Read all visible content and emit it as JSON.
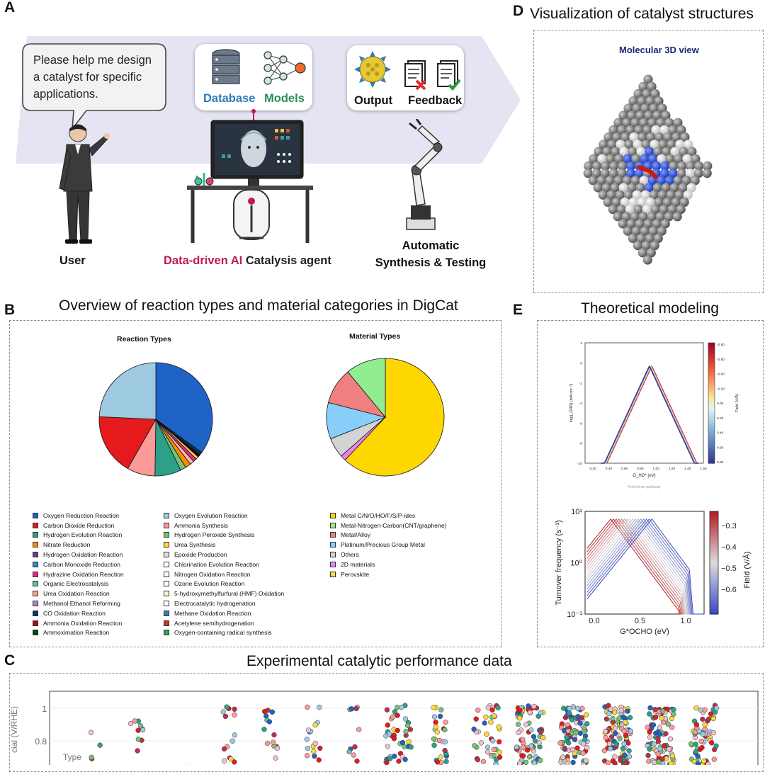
{
  "panelA": {
    "letter": "A",
    "speech": [
      "Please help me design",
      "a catalyst for specific",
      "applications."
    ],
    "database_label": "Database",
    "models_label": "Models",
    "output_label": "Output",
    "feedback_label": "Feedback",
    "user_label": "User",
    "agent_label_highlight": "Data-driven AI",
    "agent_label_rest": " Catalysis agent",
    "robot_label_line1": "Automatic",
    "robot_label_line2": "Synthesis & Testing",
    "colors": {
      "band": "#e4e4f3",
      "database": "#2f79b8",
      "models": "#2e8b57",
      "highlight": "#c0185a"
    }
  },
  "panelB": {
    "letter": "B",
    "title": "Overview of reaction types and material categories in DigCat",
    "reaction_pie_title": "Reaction Types",
    "material_pie_title": "Material Types",
    "reaction_legend_col1": [
      {
        "label": "Oxygen Reduction Reaction",
        "color": "#1f63c6"
      },
      {
        "label": "Carbon Dioxide Reduction",
        "color": "#e41a1c"
      },
      {
        "label": "Hydrogen Evolution Reaction",
        "color": "#2ca089"
      },
      {
        "label": "Nitrate Reduction",
        "color": "#ff8c00"
      },
      {
        "label": "Hydrogen Oxidation Reaction",
        "color": "#6a3d9a"
      },
      {
        "label": "Carbon Monoxide Reduction",
        "color": "#2b8cbe"
      },
      {
        "label": "Hydrazine Oxidation Reaction",
        "color": "#e7298a"
      },
      {
        "label": "Organic Electrocatalysis",
        "color": "#66c2a5"
      },
      {
        "label": "Urea Oxidation Reaction",
        "color": "#f4a582"
      },
      {
        "label": "Methanol Ethanol Reforming",
        "color": "#bc80bd"
      },
      {
        "label": "CO Oxidation Reaction",
        "color": "#08306b"
      },
      {
        "label": "Ammonia Oxidation Reaction",
        "color": "#a50f15"
      },
      {
        "label": "Ammoximation Reaction",
        "color": "#00441b"
      }
    ],
    "reaction_legend_col2": [
      {
        "label": "Oxygen Evolution Reaction",
        "color": "#9ecae1"
      },
      {
        "label": "Ammonia Synthesis",
        "color": "#fb9a99"
      },
      {
        "label": "Hydrogen Peroxide Synthesis",
        "color": "#74c476"
      },
      {
        "label": "Urea Synthesis",
        "color": "#fdd835"
      },
      {
        "label": "Epoxide Production",
        "color": "#e0e0e0"
      },
      {
        "label": "Chlorination Evolution Reaction",
        "color": "#ffffff"
      },
      {
        "label": "Nitrogen Oxidation Reaction",
        "color": "#ffffff"
      },
      {
        "label": "Ozone Evolution Reaction",
        "color": "#ffffff"
      },
      {
        "label": "5-hydroxymethylfurfural (HMF) Oxidation",
        "color": "#fff2cc"
      },
      {
        "label": "Electrocatalytic hydrogenation",
        "color": "#ffffff"
      },
      {
        "label": "Methane Oxidation Reaction",
        "color": "#3182bd"
      },
      {
        "label": "Acetylene semihydrogenation",
        "color": "#de2d26"
      },
      {
        "label": "Oxygen-containing radical synthesis",
        "color": "#31a354"
      }
    ],
    "material_legend": [
      {
        "label": "Metal C/N/O/HO/F/S/P-ides",
        "color": "#ffd700"
      },
      {
        "label": "Metal-Nitrogen-Carbon(CNT/graphene)",
        "color": "#90ee90"
      },
      {
        "label": "Metal/Alloy",
        "color": "#f08080"
      },
      {
        "label": "Platinum/Precious Group Metal",
        "color": "#87cefa"
      },
      {
        "label": "Others",
        "color": "#d3d3d3"
      },
      {
        "label": "2D materials",
        "color": "#ee82ee"
      },
      {
        "label": "Perovskite",
        "color": "#f0e040"
      }
    ],
    "reaction_slices": [
      {
        "name": "Oxygen Reduction Reaction",
        "share": 35.0,
        "color": "#1f63c6"
      },
      {
        "name": "CO Oxidation Reaction",
        "share": 0.8,
        "color": "#08306b"
      },
      {
        "name": "Carbon Monoxide Reduction",
        "share": 0.8,
        "color": "#111111"
      },
      {
        "name": "Urea Synthesis",
        "share": 0.8,
        "color": "#fdd835"
      },
      {
        "name": "Hydrazine Oxidation Reaction",
        "share": 1.0,
        "color": "#e7298a"
      },
      {
        "name": "Urea Oxidation Reaction",
        "share": 1.2,
        "color": "#fbb4ae"
      },
      {
        "name": "Nitrate Reduction",
        "share": 1.6,
        "color": "#ff8c00"
      },
      {
        "name": "Hydrogen Peroxide Synthesis",
        "share": 1.6,
        "color": "#74c476"
      },
      {
        "name": "Hydrogen Evolution Reaction",
        "share": 7.5,
        "color": "#2ca089"
      },
      {
        "name": "Ammonia Synthesis",
        "share": 8.0,
        "color": "#fb9a99"
      },
      {
        "name": "Carbon Dioxide Reduction",
        "share": 17.5,
        "color": "#e41a1c"
      },
      {
        "name": "Oxygen Evolution Reaction",
        "share": 24.3,
        "color": "#9ecae1"
      }
    ],
    "material_slices": [
      {
        "name": "Metal C/N/O/HO/F/S/P-ides",
        "share": 62.0,
        "color": "#ffd700"
      },
      {
        "name": "2D materials",
        "share": 1.5,
        "color": "#ee82ee"
      },
      {
        "name": "Others",
        "share": 5.5,
        "color": "#d3d3d3"
      },
      {
        "name": "Platinum/Precious Group Metal",
        "share": 10.0,
        "color": "#87cefa"
      },
      {
        "name": "Metal/Alloy",
        "share": 10.0,
        "color": "#f08080"
      },
      {
        "name": "Metal-Nitrogen-Carbon(CNT/graphene)",
        "share": 11.0,
        "color": "#90ee90"
      }
    ]
  },
  "panelC": {
    "letter": "C",
    "title": "Experimental catalytic performance data",
    "ylabel": "cial (V/RHE)",
    "yticks": [
      "1",
      "0.8"
    ],
    "legend_title": "Type",
    "dot_colors": [
      "#1f63c6",
      "#e41a1c",
      "#b8334a",
      "#2ca089",
      "#fb9a99",
      "#9ecae1",
      "#74c476",
      "#fdd835",
      "#f0c0d0"
    ]
  },
  "panelD": {
    "letter": "D",
    "title": "Visualization of catalyst structures",
    "viewer_title": "Molecular 3D view"
  },
  "panelE": {
    "letter": "E",
    "title": "Theoretical modeling",
    "top_plot": {
      "ylabel": "log(j_ORR) (mA cm⁻²)",
      "xlabel": "G_HO* (eV)",
      "caption": "4-electron pathway",
      "xticks": [
        "0.20",
        "0.40",
        "0.60",
        "0.80",
        "1.00",
        "1.20",
        "1.40",
        "1.60"
      ],
      "yticks": [
        "2",
        "0",
        "-2",
        "-4",
        "-6",
        "-8",
        "-10"
      ],
      "colorbar_label": "Field (V/Å)",
      "colorbar_ticks": [
        "-0.80",
        "-0.60",
        "-0.40",
        "-0.20",
        "0.00",
        "0.20",
        "0.40",
        "0.60",
        "0.80"
      ]
    },
    "bottom_plot": {
      "ylabel": "Turnover frequency (s⁻¹)",
      "xlabel": "G*OCHO (eV)",
      "xticks": [
        "0.0",
        "0.5",
        "1.0"
      ],
      "yticks": [
        "10¹",
        "10⁰",
        "10⁻¹"
      ],
      "colorbar_label": "Field (V/Å)",
      "colorbar_ticks": [
        "−0.3",
        "−0.4",
        "−0.5",
        "−0.6"
      ]
    }
  }
}
